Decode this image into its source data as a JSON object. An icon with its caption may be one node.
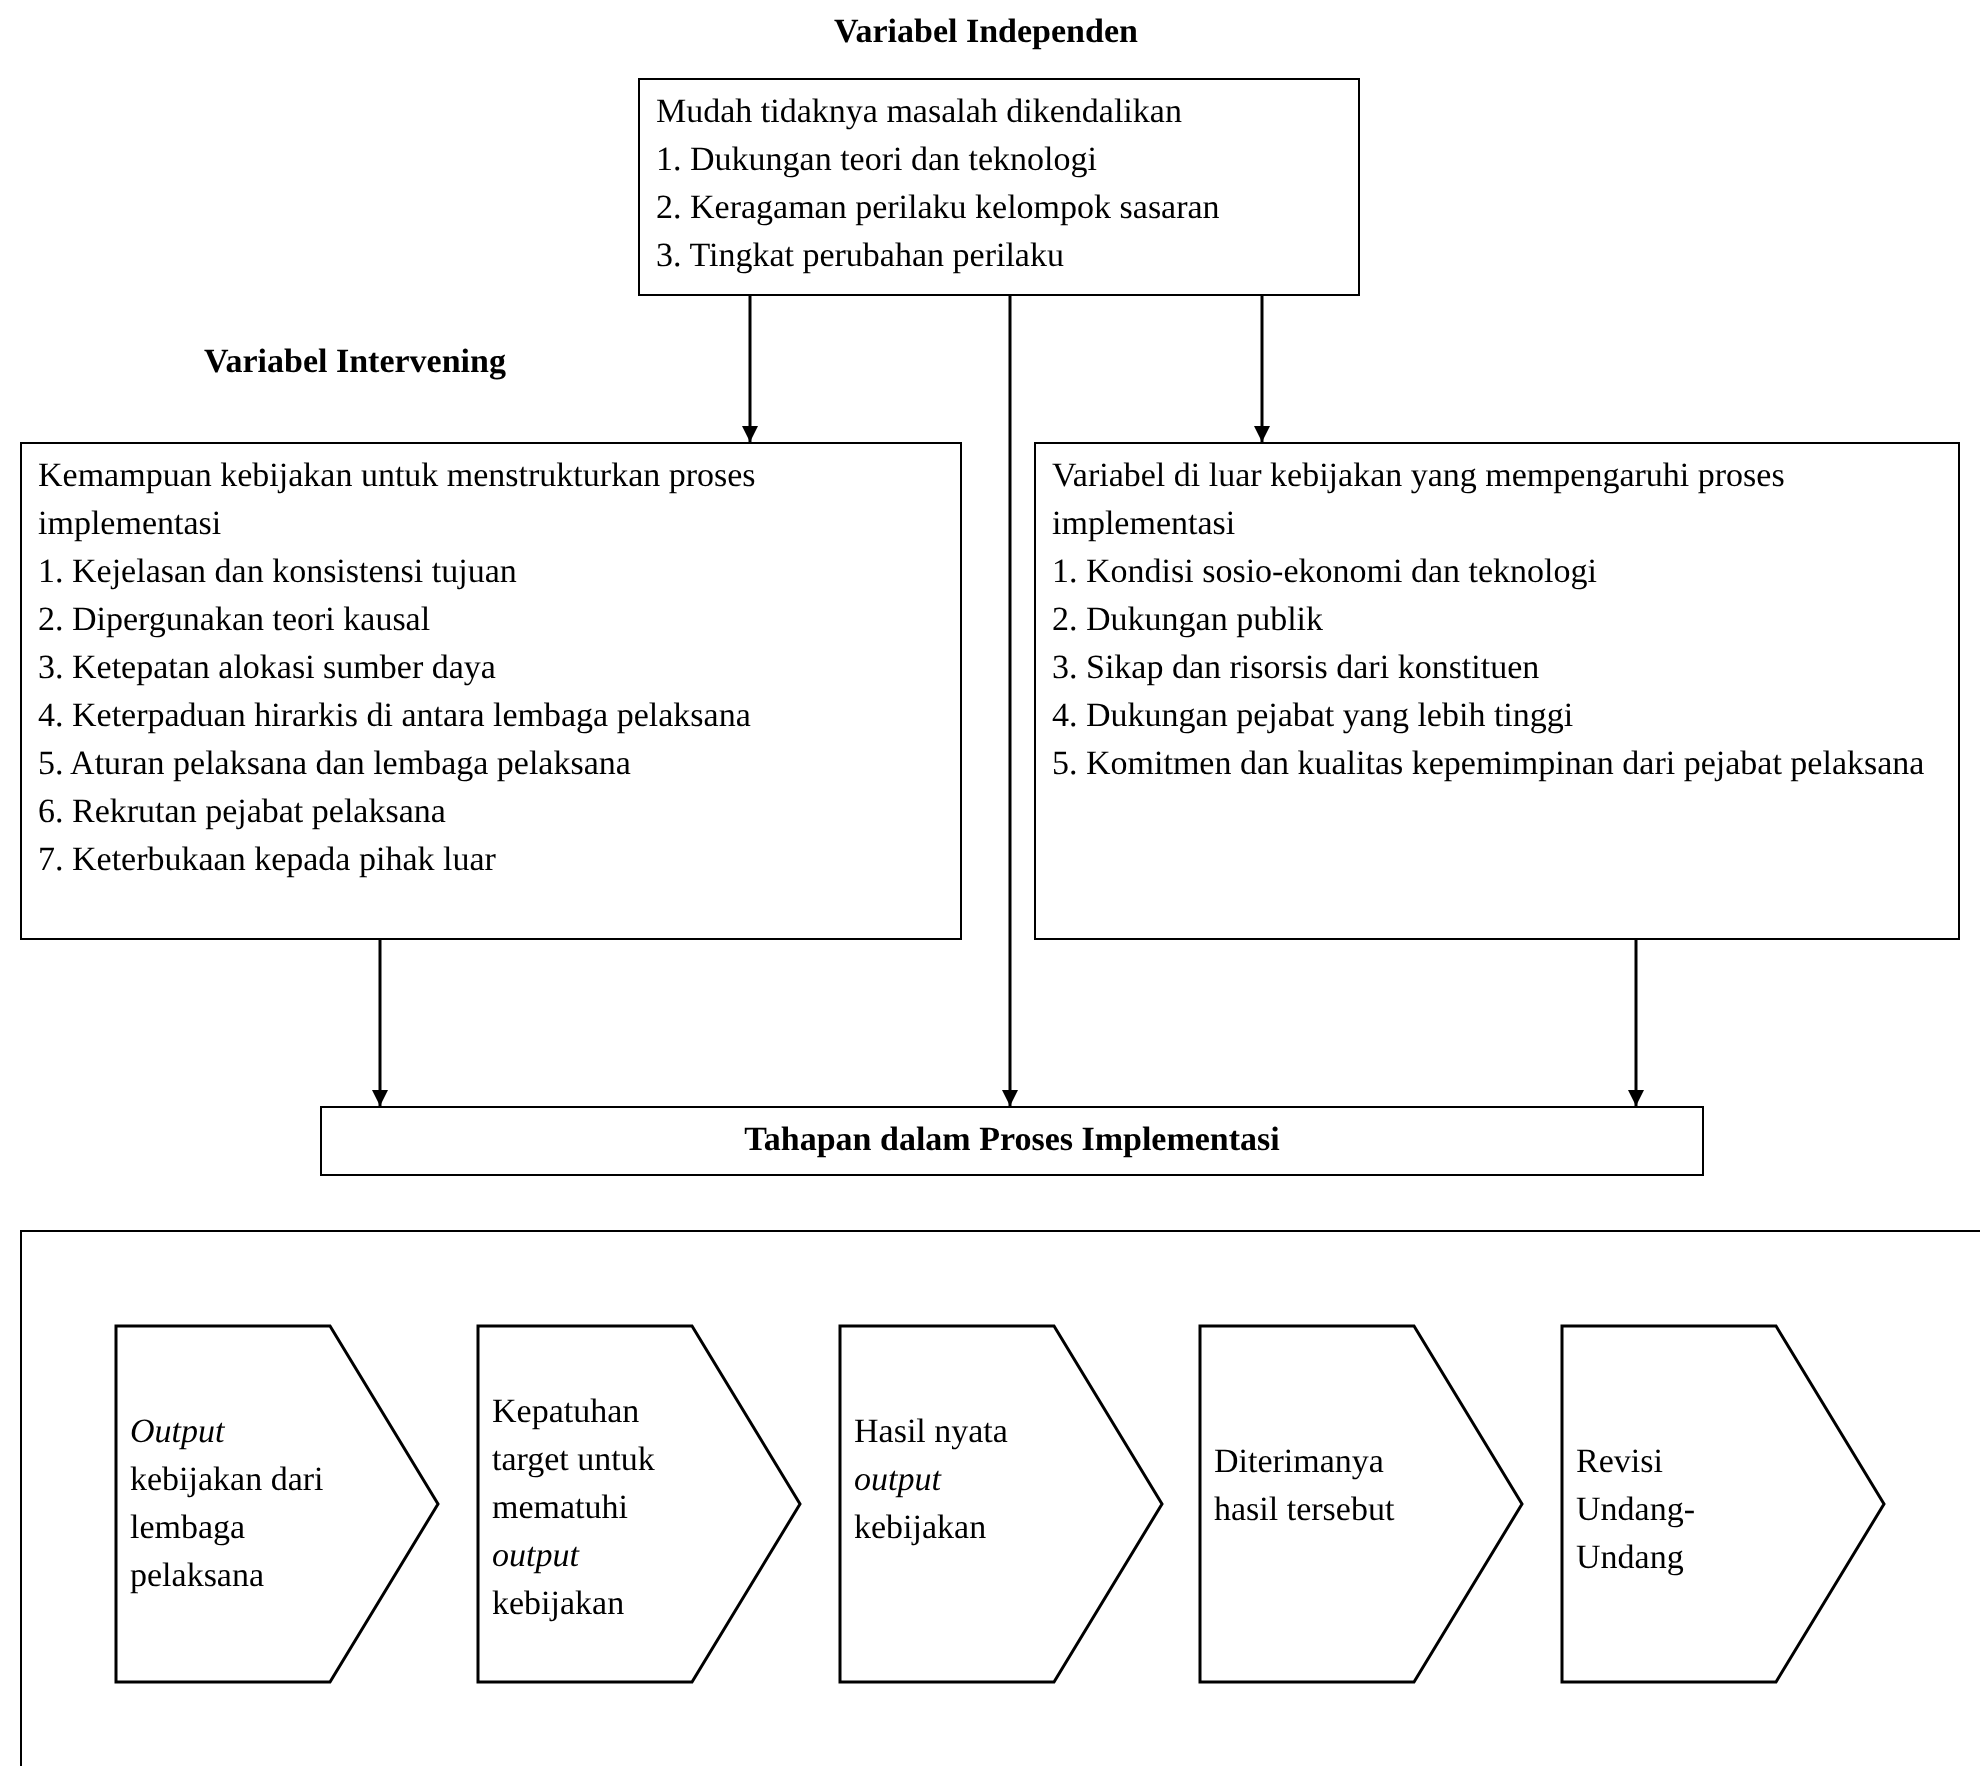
{
  "diagram": {
    "nodes": [
      {
        "text": [
          "Mudah tidaknya masalah dikendalikan",
          "1. Dukungan teori dan teknologi",
          "2. Keragaman perilaku kelompok sasaran",
          "3. Tingkat perubahan perilaku"
        ]
      },
      {
        "text": [
          "Kemampuan kebijakan untuk menstrukturkan proses implementasi",
          "1. Kejelasan dan konsistensi tujuan",
          "2. Dipergunakan teori kausal",
          "3. Ketepatan alokasi sumber daya",
          "4. Keterpaduan hirarkis di antara lembaga pelaksana",
          "5. Aturan pelaksana dan lembaga pelaksana",
          "6. Rekrutan pejabat pelaksana",
          "7. Keterbukaan kepada pihak luar"
        ]
      },
      {
        "text": [
          "Variabel di luar kebijakan yang mempengaruhi proses implementasi",
          "1. Kondisi sosio-ekonomi dan teknologi",
          "2. Dukungan publik",
          "3. Sikap dan risorsis dari konstituen",
          "4. Dukungan pejabat yang lebih tinggi",
          "5. Komitmen dan kualitas kepemimpinan dari pejabat pelaksana"
        ]
      },
      {
        "text": [
          "Tahapan dalam Proses Implementasi"
        ]
      },
      {
        "text": [],
        "shape": "box"
      },
      {
        "text": [
          "*Output* kebijakan dari lembaga pelaksana"
        ],
        "in": 4
      },
      {
        "text": [
          "Kepatuhan target untuk mematuhi *output* kebijakan"
        ],
        "in": 4
      },
      {
        "text": [
          "Hasil nyata *output* kebijakan"
        ],
        "in": 4
      },
      {
        "text": [
          "Diterimanya hasil tersebut"
        ],
        "in": 4
      },
      {
        "text": [
          "Revisi Undang-Undang"
        ],
        "in": 4
      }
    ],
    "edges": [
      {
        "from": 0,
        "to": 1,
        "arrow": "to"
      },
      {
        "from": 0,
        "to": 3,
        "arrow": "to"
      },
      {
        "from": 0,
        "to": 2,
        "arrow": "to"
      },
      {
        "from": 1,
        "to": 3,
        "arrow": "to"
      },
      {
        "from": 2,
        "to": 3,
        "arrow": "to"
      }
    ],
    "labels": [
      "Variabel Independen",
      "Variabel Intervening"
    ]
  }
}
